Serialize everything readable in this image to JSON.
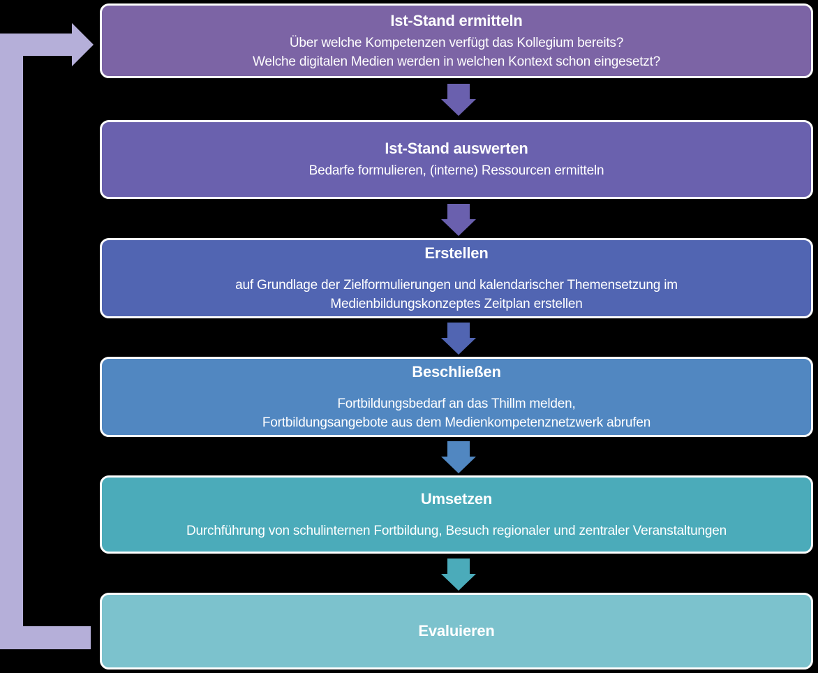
{
  "diagram": {
    "background": "#000000",
    "box_border_color": "#ffffff",
    "text_color": "#ffffff",
    "loop_arrow": {
      "meaning": "feedback-loop-from-evaluieren-to-ist-stand",
      "color": "#b5afd9"
    },
    "steps": [
      {
        "title": "Ist-Stand ermitteln",
        "lines": [
          "Über welche Kompetenzen verfügt das Kollegium bereits?",
          "Welche digitalen Medien werden in welchen Kontext schon eingesetzt?"
        ],
        "fill": "#7c64a5"
      },
      {
        "title": "Ist-Stand auswerten",
        "lines": [
          "Bedarfe formulieren, (interne) Ressourcen ermitteln"
        ],
        "fill": "#6a61ae"
      },
      {
        "title": "Erstellen",
        "lines": [
          "auf Grundlage der Zielformulierungen und kalendarischer Themensetzung im",
          "Medienbildungskonzeptes Zeitplan erstellen"
        ],
        "fill": "#5165b2"
      },
      {
        "title": "Beschließen",
        "lines": [
          "Fortbildungsbedarf an das Thillm melden,",
          "Fortbildungsangebote aus dem Medienkompetenznetzwerk abrufen"
        ],
        "fill": "#5187c1"
      },
      {
        "title": "Umsetzen",
        "lines": [
          "Durchführung von schulinternen Fortbildung, Besuch regionaler und zentraler Veranstaltungen"
        ],
        "fill": "#4babba"
      },
      {
        "title": "Evaluieren",
        "lines": [],
        "fill": "#7cc2cd"
      }
    ],
    "connectors": [
      {
        "fill": "#6a60ae"
      },
      {
        "fill": "#6a60ae"
      },
      {
        "fill": "#5165b2"
      },
      {
        "fill": "#5187c1"
      },
      {
        "fill": "#4babba"
      }
    ]
  }
}
